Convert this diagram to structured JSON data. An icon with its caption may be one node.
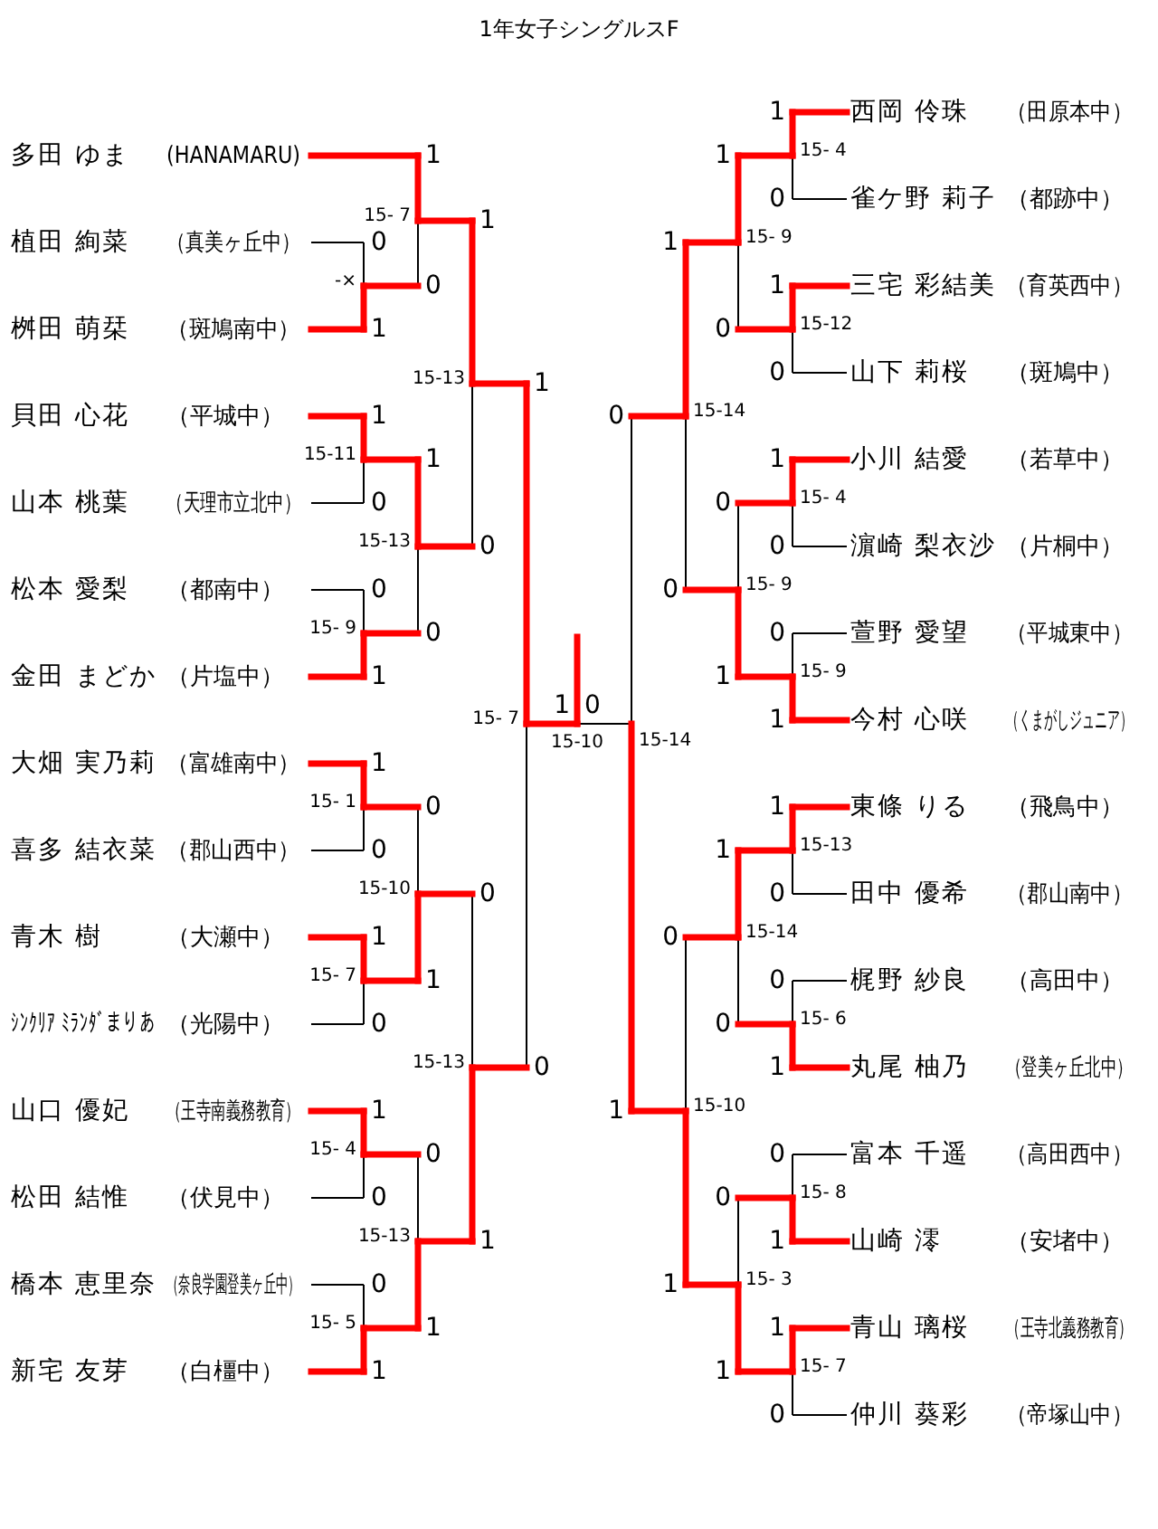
{
  "diagram": {
    "nodes": [
      {
        "text": [
          "多田 ゆま",
          "(HANAMARU)"
        ]
      },
      {
        "text": [
          "植田 絢菜",
          "（真美ヶ丘中）"
        ]
      },
      {
        "text": [
          "桝田 萌栞",
          "（斑鳩南中）"
        ]
      },
      {
        "text": [
          "貝田 心花",
          "（平城中）"
        ]
      },
      {
        "text": [
          "山本 桃葉",
          "（天理市立北中）"
        ]
      },
      {
        "text": [
          "松本 愛梨",
          "（都南中）"
        ]
      },
      {
        "text": [
          "金田 まどか",
          "（片塩中）"
        ]
      },
      {
        "text": [
          "大畑 実乃莉",
          "（富雄南中）"
        ]
      },
      {
        "text": [
          "喜多 結衣菜",
          "（郡山西中）"
        ]
      },
      {
        "text": [
          "青木 樹",
          "（大瀬中）"
        ]
      },
      {
        "text": [
          "ｼﾝｸﾘｱ ﾐﾗﾝﾀﾞまりあ",
          "（光陽中）"
        ]
      },
      {
        "text": [
          "山口 優妃",
          "（王寺南義務教育）"
        ]
      },
      {
        "text": [
          "松田 結惟",
          "（伏見中）"
        ]
      },
      {
        "text": [
          "橋本 恵里奈",
          "（奈良学園登美ヶ丘中）"
        ]
      },
      {
        "text": [
          "新宅 友芽",
          "（白橿中）"
        ]
      },
      {
        "text": [
          "西岡 伶珠",
          "（田原本中）"
        ]
      },
      {
        "text": [
          "雀ケ野 莉子",
          "（都跡中）"
        ]
      },
      {
        "text": [
          "三宅 彩結美",
          "（育英西中）"
        ]
      },
      {
        "text": [
          "山下 莉桜",
          "（斑鳩中）"
        ]
      },
      {
        "text": [
          "小川 結愛",
          "（若草中）"
        ]
      },
      {
        "text": [
          "濵崎 梨衣沙",
          "（片桐中）"
        ]
      },
      {
        "text": [
          "萱野 愛望",
          "（平城東中）"
        ]
      },
      {
        "text": [
          "今村 心咲",
          "（くまがしジュニア）"
        ]
      },
      {
        "text": [
          "東條 りる",
          "（飛鳥中）"
        ]
      },
      {
        "text": [
          "田中 優希",
          "（郡山南中）"
        ]
      },
      {
        "text": [
          "梶野 紗良",
          "（高田中）"
        ]
      },
      {
        "text": [
          "丸尾 柚乃",
          "（登美ヶ丘北中）"
        ]
      },
      {
        "text": [
          "富本 千遥",
          "（高田西中）"
        ]
      },
      {
        "text": [
          "山崎 澪",
          "（安堵中）"
        ]
      },
      {
        "text": [
          "青山 璃桜",
          "（王寺北義務教育）"
        ]
      },
      {
        "text": [
          "仲川 葵彩",
          "（帝塚山中）"
        ]
      }
    ],
    "labels": [
      "1年女子シングルスF",
      "0",
      "1",
      "-×",
      "1",
      "0",
      "15- 7",
      "1",
      "0",
      "15-11",
      "0",
      "1",
      "15- 9",
      "1",
      "0",
      "15-13",
      "1",
      "0",
      "15-13",
      "1",
      "0",
      "15- 1",
      "1",
      "0",
      "15- 7",
      "0",
      "1",
      "15-10",
      "1",
      "0",
      "15- 4",
      "0",
      "1",
      "15- 5",
      "0",
      "1",
      "15-13",
      "0",
      "1",
      "15-13",
      "1",
      "0",
      "15- 7",
      "1",
      "0",
      "15- 4",
      "1",
      "0",
      "15-12",
      "1",
      "0",
      "15- 9",
      "1",
      "0",
      "15- 4",
      "0",
      "1",
      "15- 9",
      "0",
      "1",
      "15- 9",
      "1",
      "0",
      "15-14",
      "1",
      "0",
      "15-13",
      "0",
      "1",
      "15- 6",
      "1",
      "0",
      "15-14",
      "0",
      "1",
      "15- 8",
      "1",
      "0",
      "15- 7",
      "0",
      "1",
      "15- 3",
      "0",
      "1",
      "15-10",
      "0",
      "1",
      "15-14",
      "1",
      "0",
      "15-10"
    ]
  }
}
